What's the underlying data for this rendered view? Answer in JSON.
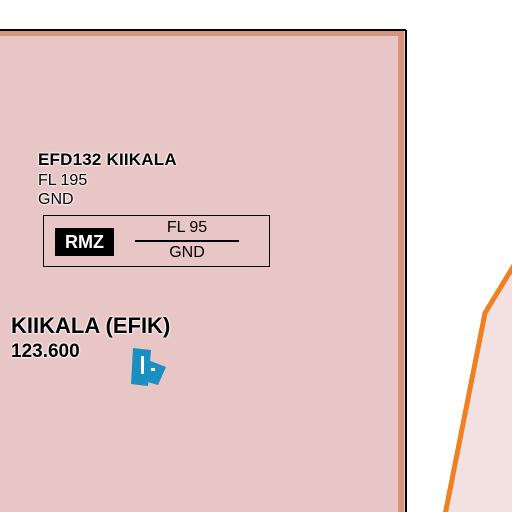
{
  "airspace": {
    "name": "EFD132 KIIKALA",
    "upper_limit": "FL 195",
    "lower_limit": "GND",
    "fill_color": "#e9c6c6",
    "border_color": "#d4957e"
  },
  "rmz": {
    "tag": "RMZ",
    "upper_limit": "FL 95",
    "lower_limit": "GND"
  },
  "aerodrome": {
    "name": "KIIKALA (EFIK)",
    "frequency": "123.600",
    "icon": "aerodrome-icon",
    "icon_color": "#1a8fc2"
  },
  "adjacent_area": {
    "fill_color": "#f3e1e1",
    "border_color": "#f07f22"
  }
}
